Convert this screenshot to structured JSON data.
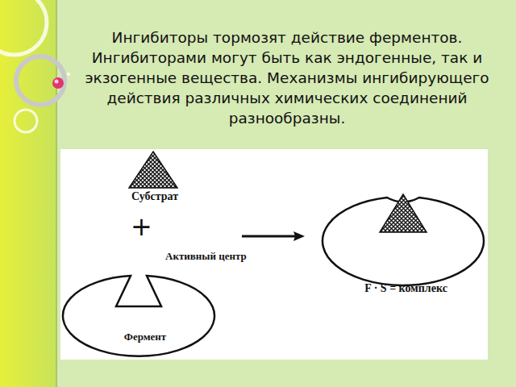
{
  "diagram": {
    "title": "Ингибиторы тормозят действие ферментов. Ингибиторами могут быть как эндогенные, так и экзогенные вещества. Механизмы ингибирующего действия различных химических соединений разнообразны.",
    "nodes": [
      {
        "text": [
          "Субстрат"
        ]
      },
      {
        "text": [
          "Фермент"
        ]
      },
      {
        "text": [
          "F · S = комплекс"
        ]
      }
    ],
    "labels": [
      "+",
      "Активный центр"
    ]
  }
}
